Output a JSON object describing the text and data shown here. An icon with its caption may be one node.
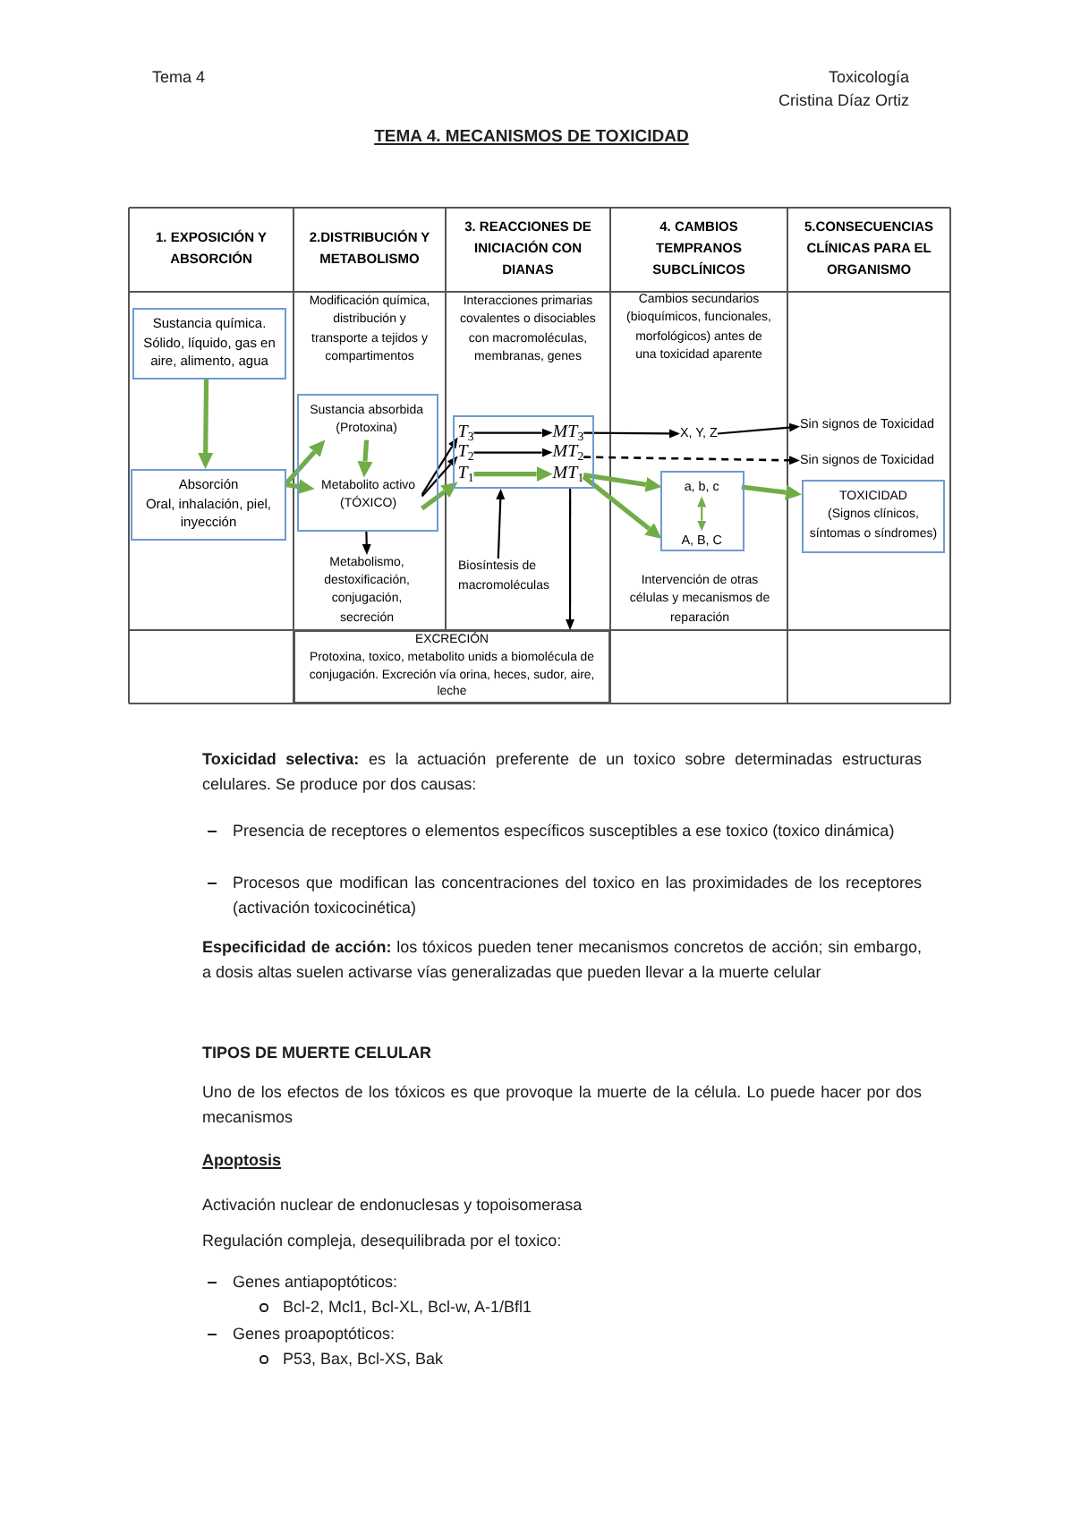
{
  "diagram": {
    "title": "TEMA 4. MECANISMOS DE TOXICIDAD",
    "nodes": [
      {
        "text": [
          "Sustancia química. Sólido, líquido, gas en aire, alimento, agua"
        ]
      },
      {
        "text": [
          "Absorción",
          "Oral, inhalación, piel, inyección"
        ]
      },
      {
        "text": [],
        "shape": "box"
      },
      {
        "text": [
          "Sustancia absorbida (Protoxina)"
        ],
        "in": 2
      },
      {
        "text": [
          "Metabolito activo (TÓXICO)"
        ],
        "in": 2
      },
      {
        "text": [
          "Metabolismo, destoxificación, conjugación, secreción"
        ]
      },
      {
        "text": [],
        "shape": "box"
      },
      {
        "text": [
          "T$_{3}$"
        ],
        "in": 6
      },
      {
        "text": [
          "MT$_{3}$"
        ],
        "in": 6
      },
      {
        "text": [
          "T$_{2}$"
        ],
        "in": 6
      },
      {
        "text": [
          "MT$_{2}$"
        ],
        "in": 6
      },
      {
        "text": [
          "T$_{1}$"
        ],
        "in": 6
      },
      {
        "text": [
          "MT$_{1}$"
        ],
        "in": 6
      },
      {
        "text": [
          "Biosíntesis de macromoléculas"
        ]
      },
      {
        "text": [
          "X, Y, Z"
        ]
      },
      {
        "text": [],
        "shape": "box"
      },
      {
        "text": [
          "a, b, c"
        ],
        "in": 15
      },
      {
        "text": [
          "A, B, C"
        ],
        "in": 15
      },
      {
        "text": [
          "Sin signos de Toxicidad"
        ]
      },
      {
        "text": [
          "Sin signos de Toxicidad"
        ]
      },
      {
        "text": [
          "TOXICIDAD",
          "(Signos clínicos, síntomas o síndromes)"
        ]
      },
      {
        "text": [
          "EXCRECIÓN",
          "Protoxina, toxico, metabolito unids a biomolécula de conjugación. Excreción vía orina, heces, sudor, aire, leche"
        ]
      }
    ],
    "edges": [
      {
        "from": 0,
        "to": 1,
        "arrow": "to",
        "style": "thick",
        "color": "#70ad47"
      },
      {
        "from": 1,
        "to": 3,
        "arrow": "to",
        "style": "thick",
        "color": "#70ad47"
      },
      {
        "from": 1,
        "to": 4,
        "arrow": "to",
        "style": "thick",
        "color": "#70ad47"
      },
      {
        "from": 3,
        "to": 4,
        "arrow": "to",
        "style": "thick",
        "color": "#70ad47"
      },
      {
        "from": 2,
        "to": 5,
        "arrow": "to",
        "color": "#000000"
      },
      {
        "from": 4,
        "to": 7,
        "arrow": "to",
        "color": "#000000"
      },
      {
        "from": 4,
        "to": 9,
        "arrow": "to",
        "color": "#000000"
      },
      {
        "from": 4,
        "to": 11,
        "arrow": "to",
        "style": "thick",
        "color": "#70ad47"
      },
      {
        "from": 7,
        "to": 8,
        "arrow": "to",
        "color": "#000000"
      },
      {
        "from": 9,
        "to": 10,
        "arrow": "to",
        "color": "#000000"
      },
      {
        "from": 11,
        "to": 12,
        "arrow": "to",
        "style": "thick",
        "color": "#70ad47"
      },
      {
        "from": 13,
        "to": 6,
        "arrow": "to",
        "color": "#000000"
      },
      {
        "from": 6,
        "to": 21,
        "arrow": "to",
        "color": "#000000"
      },
      {
        "from": 8,
        "to": 14,
        "arrow": "to",
        "color": "#000000"
      },
      {
        "from": 14,
        "to": 18,
        "arrow": "to",
        "color": "#000000"
      },
      {
        "from": 10,
        "to": 19,
        "arrow": "to",
        "style": "dashed",
        "color": "#000000"
      },
      {
        "from": 12,
        "to": 16,
        "arrow": "to",
        "style": "thick",
        "color": "#70ad47"
      },
      {
        "from": 12,
        "to": 17,
        "arrow": "to",
        "style": "thick",
        "color": "#70ad47"
      },
      {
        "from": 16,
        "to": 17,
        "arrow": "both",
        "color": "#70ad47"
      },
      {
        "from": 16,
        "to": 20,
        "arrow": "to",
        "style": "thick",
        "color": "#70ad47"
      }
    ],
    "labels": [
      "Tema 4",
      "Toxicología",
      "Cristina Díaz Ortiz",
      "1. EXPOSICIÓN Y ABSORCIÓN",
      "2.DISTRIBUCIÓN Y METABOLISMO",
      "3. REACCIONES DE INICIACIÓN CON DIANAS",
      "4. CAMBIOS TEMPRANOS SUBCLÍNICOS",
      "5.CONSECUENCIAS CLÍNICAS PARA EL ORGANISMO",
      "Modificación química, distribución y transporte a tejidos y compartimentos",
      "Interacciones primarias covalentes o disociables con macromoléculas, membranas, genes",
      "Cambios secundarios (bioquímicos, funcionales, morfológicos) antes de una toxicidad aparente",
      "Intervención de otras células y mecanismos de reparación",
      "**Toxicidad selectiva:** es la actuación preferente de un toxico sobre determinadas estructuras celulares. Se produce por dos causas:",
      "Presencia de receptores o elementos específicos susceptibles a ese toxico (toxico dinámica)",
      "Procesos que modifican las concentraciones del toxico en las proximidades de los receptores (activación toxicocinética)",
      "**Especificidad de acción:** los tóxicos pueden tener mecanismos concretos de acción; sin embargo, a dosis altas suelen activarse vías generalizadas que pueden llevar a la muerte celular",
      "TIPOS DE MUERTE CELULAR",
      "Uno de los efectos de los tóxicos es que provoque la muerte de la célula. Lo puede hacer por dos mecanismos",
      "Apoptosis",
      "Activación nuclear de endonuclesas y topoisomerasa",
      "Regulación compleja, desequilibrada por el toxico:",
      "Genes antiapoptóticos:",
      "Bcl-2, Mcl1, Bcl-XL, Bcl-w, A-1/Bfl1",
      "Genes proapoptóticos:",
      "P53, Bax, Bcl-XS, Bak"
    ]
  }
}
